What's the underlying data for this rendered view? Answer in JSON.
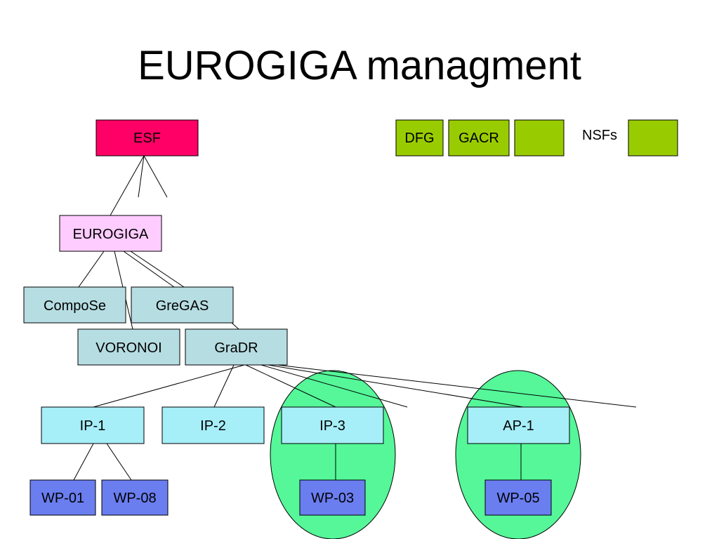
{
  "title": "EUROGIGA managment",
  "nsfs_label": "NSFs",
  "colors": {
    "esf": "#ff0066",
    "eurogiga": "#ffccff",
    "crp": "#b6dde2",
    "project": "#a6eef8",
    "wp": "#6a7ef0",
    "nsf": "#99cc00",
    "group": "#55f799"
  },
  "nodes": {
    "esf": "ESF",
    "eurogiga": "EUROGIGA",
    "compose": "CompoSe",
    "gregas": "GreGAS",
    "voronoi": "VORONOI",
    "gradr": "GraDR",
    "ip1": "IP-1",
    "ip2": "IP-2",
    "ip3": "IP-3",
    "ap1": "AP-1",
    "wp01": "WP-01",
    "wp08": "WP-08",
    "wp03": "WP-03",
    "wp05": "WP-05",
    "dfg": "DFG",
    "gacr": "GACR",
    "nsf_blank1": "",
    "nsf_blank2": ""
  }
}
